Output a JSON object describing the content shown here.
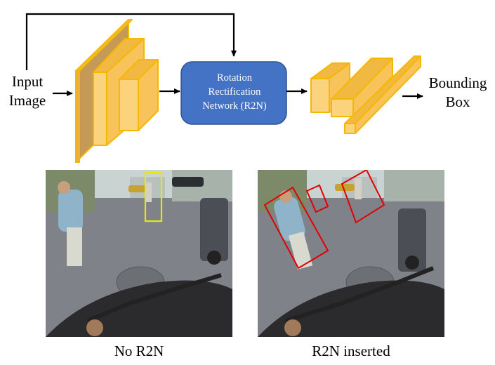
{
  "diagram": {
    "input_label": [
      "Input",
      "Image"
    ],
    "output_label": [
      "Bounding",
      "Box"
    ],
    "r2n_label": [
      "Rotation",
      "Rectification",
      "Network (R2N)"
    ],
    "colors": {
      "block_fill": "#FBD37D",
      "block_side": "#F2B942",
      "block_dark": "#C59A56",
      "block_stroke": "#F5B800",
      "r2n_fill": "#4472C4",
      "r2n_stroke": "#2F528F",
      "arrow": "#000000"
    }
  },
  "photos": [
    {
      "caption": "No R2N",
      "box_color": "#E8E800"
    },
    {
      "caption": "R2N inserted",
      "box_color": "#E00000"
    }
  ]
}
